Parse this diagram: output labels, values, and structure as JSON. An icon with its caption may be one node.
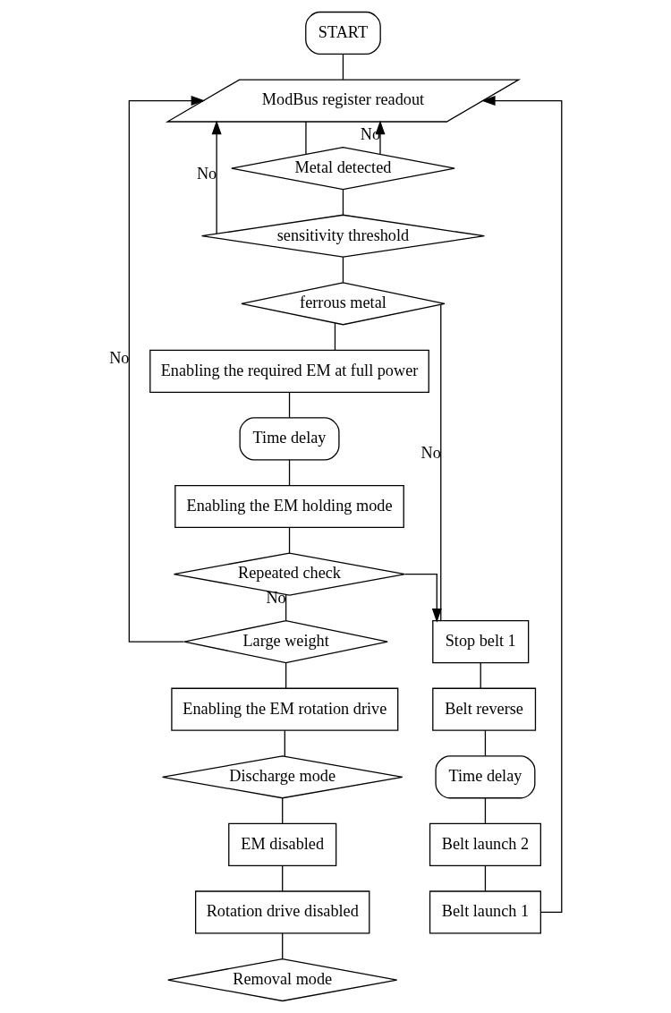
{
  "diagram": {
    "nodes": [
      {
        "text": [
          "START"
        ]
      },
      {
        "text": [
          "ModBus register readout"
        ]
      },
      {
        "text": [
          "Metal detected"
        ]
      },
      {
        "text": [
          "sensitivity threshold"
        ]
      },
      {
        "text": [
          "ferrous metal"
        ]
      },
      {
        "text": [
          "Enabling the required EM at full power"
        ]
      },
      {
        "text": [
          "Time delay"
        ]
      },
      {
        "text": [
          "Enabling the EM holding mode"
        ]
      },
      {
        "text": [
          "Repeated check"
        ]
      },
      {
        "text": [
          "Stop belt 1"
        ]
      },
      {
        "text": [
          "Belt reverse"
        ]
      },
      {
        "text": [
          "Time delay"
        ]
      },
      {
        "text": [
          "Belt launch 2"
        ]
      },
      {
        "text": [
          "Belt launch 1"
        ]
      },
      {
        "text": [
          "Large weight"
        ]
      },
      {
        "text": [
          "Enabling the EM rotation drive"
        ]
      },
      {
        "text": [
          "Discharge mode"
        ]
      },
      {
        "text": [
          "EM disabled"
        ]
      },
      {
        "text": [
          "Rotation drive disabled"
        ]
      },
      {
        "text": [
          "Removal mode"
        ]
      }
    ],
    "edges": [
      {
        "from": 0,
        "to": 1,
        "arrow": "none"
      },
      {
        "from": 1,
        "to": 2,
        "arrow": "none"
      },
      {
        "from": 2,
        "to": 1,
        "arrow": "to",
        "label": "No"
      },
      {
        "from": 2,
        "to": 3,
        "arrow": "none"
      },
      {
        "from": 3,
        "to": 1,
        "arrow": "to",
        "label": "No"
      },
      {
        "from": 3,
        "to": 4,
        "arrow": "none"
      },
      {
        "from": 4,
        "to": 9,
        "arrow": "none",
        "label": "No"
      },
      {
        "from": 4,
        "to": 5,
        "arrow": "none"
      },
      {
        "from": 5,
        "to": 6,
        "arrow": "none"
      },
      {
        "from": 6,
        "to": 7,
        "arrow": "none"
      },
      {
        "from": 7,
        "to": 8,
        "arrow": "none"
      },
      {
        "from": 8,
        "to": 9,
        "arrow": "to"
      },
      {
        "from": 8,
        "to": 14,
        "arrow": "none",
        "label": "No"
      },
      {
        "from": 9,
        "to": 10,
        "arrow": "none"
      },
      {
        "from": 10,
        "to": 11,
        "arrow": "none"
      },
      {
        "from": 11,
        "to": 12,
        "arrow": "none"
      },
      {
        "from": 12,
        "to": 13,
        "arrow": "none"
      },
      {
        "from": 13,
        "to": 1,
        "arrow": "to"
      },
      {
        "from": 14,
        "to": 1,
        "arrow": "to",
        "label": "No"
      },
      {
        "from": 14,
        "to": 15,
        "arrow": "none"
      },
      {
        "from": 15,
        "to": 16,
        "arrow": "none"
      },
      {
        "from": 16,
        "to": 17,
        "arrow": "none"
      },
      {
        "from": 17,
        "to": 18,
        "arrow": "none"
      },
      {
        "from": 18,
        "to": 19,
        "arrow": "none"
      }
    ]
  }
}
